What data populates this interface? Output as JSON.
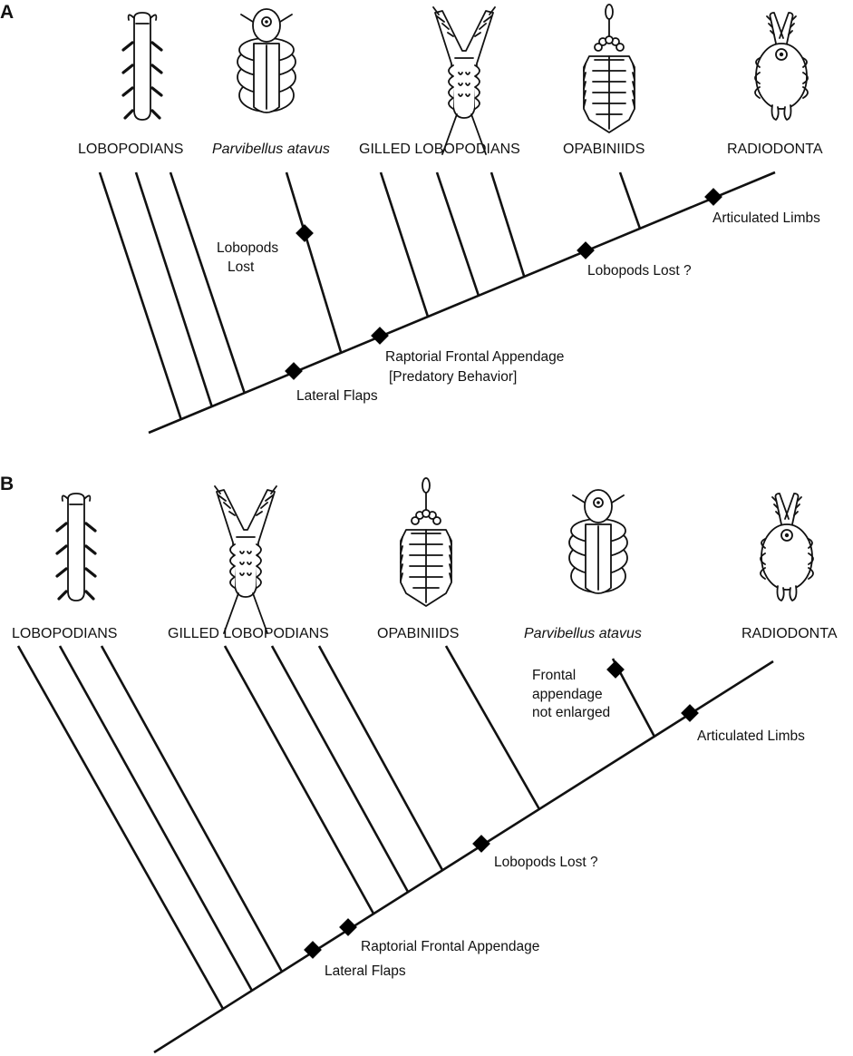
{
  "panels": [
    {
      "letter": "A",
      "taxa": [
        "LOBOPODIANS",
        "Parvibellus atavus",
        "GILLED LOBOPODIANS",
        "OPABINIIDS",
        "RADIODONTA"
      ],
      "characters": [
        {
          "lines": [
            "Lobopods",
            "Lost"
          ]
        },
        {
          "lines": [
            "Lateral Flaps"
          ]
        },
        {
          "lines": [
            "Raptorial Frontal Appendage",
            "[Predatory Behavior]"
          ]
        },
        {
          "lines": [
            "Lobopods Lost ?"
          ]
        },
        {
          "lines": [
            "Articulated Limbs"
          ]
        }
      ]
    },
    {
      "letter": "B",
      "taxa": [
        "LOBOPODIANS",
        "GILLED LOBOPODIANS",
        "OPABINIIDS",
        "Parvibellus atavus",
        "RADIODONTA"
      ],
      "characters": [
        {
          "lines": [
            "Lateral Flaps"
          ]
        },
        {
          "lines": [
            "Raptorial Frontal Appendage"
          ]
        },
        {
          "lines": [
            "Lobopods Lost ?"
          ]
        },
        {
          "lines": [
            "Frontal",
            "appendage",
            "not enlarged"
          ]
        },
        {
          "lines": [
            "Articulated Limbs"
          ]
        }
      ]
    }
  ],
  "illustrations": {
    "lobopodian": "lobopodian-icon",
    "parvibellus": "parvibellus-icon",
    "gilled_lobopodian": "gilled-lobopodian-icon",
    "opabiniid": "opabiniid-icon",
    "radiodont": "radiodont-icon"
  },
  "colors": {
    "line": "#111111",
    "node": "#000000",
    "background": "#ffffff"
  }
}
